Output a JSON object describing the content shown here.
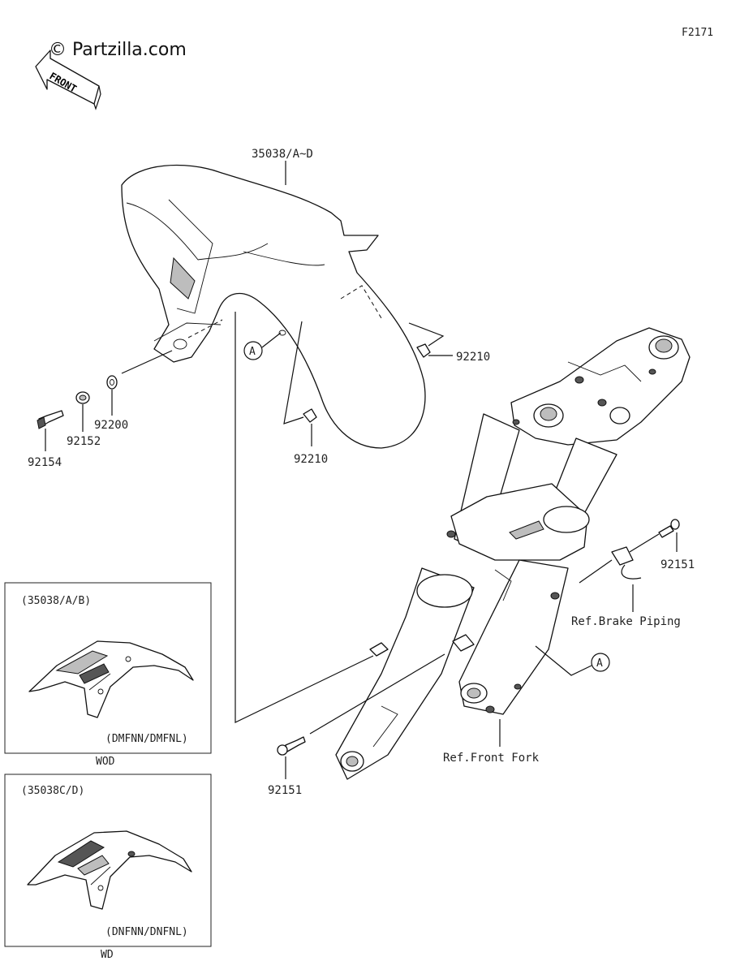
{
  "header": {
    "copyright_brand": "© Partzilla.com",
    "figure_code": "F2171",
    "front_arrow_text": "FRONT"
  },
  "parts": {
    "fender": "35038/A~D",
    "nut_upper": "92210",
    "nut_lower": "92210",
    "washer": "92200",
    "collar": "92152",
    "bolt_left": "92154",
    "bolt_right": "92151",
    "bolt_bottom": "92151"
  },
  "references": {
    "brake_piping": "Ref.Brake Piping",
    "front_fork": "Ref.Front Fork",
    "callout_letter": "A"
  },
  "variants": [
    {
      "header": "(35038/A/B)",
      "models": "(DMFNN/DMFNL)",
      "caption": "WOD"
    },
    {
      "header": "(35038C/D)",
      "models": "(DNFNN/DNFNL)",
      "caption": "WD"
    }
  ]
}
